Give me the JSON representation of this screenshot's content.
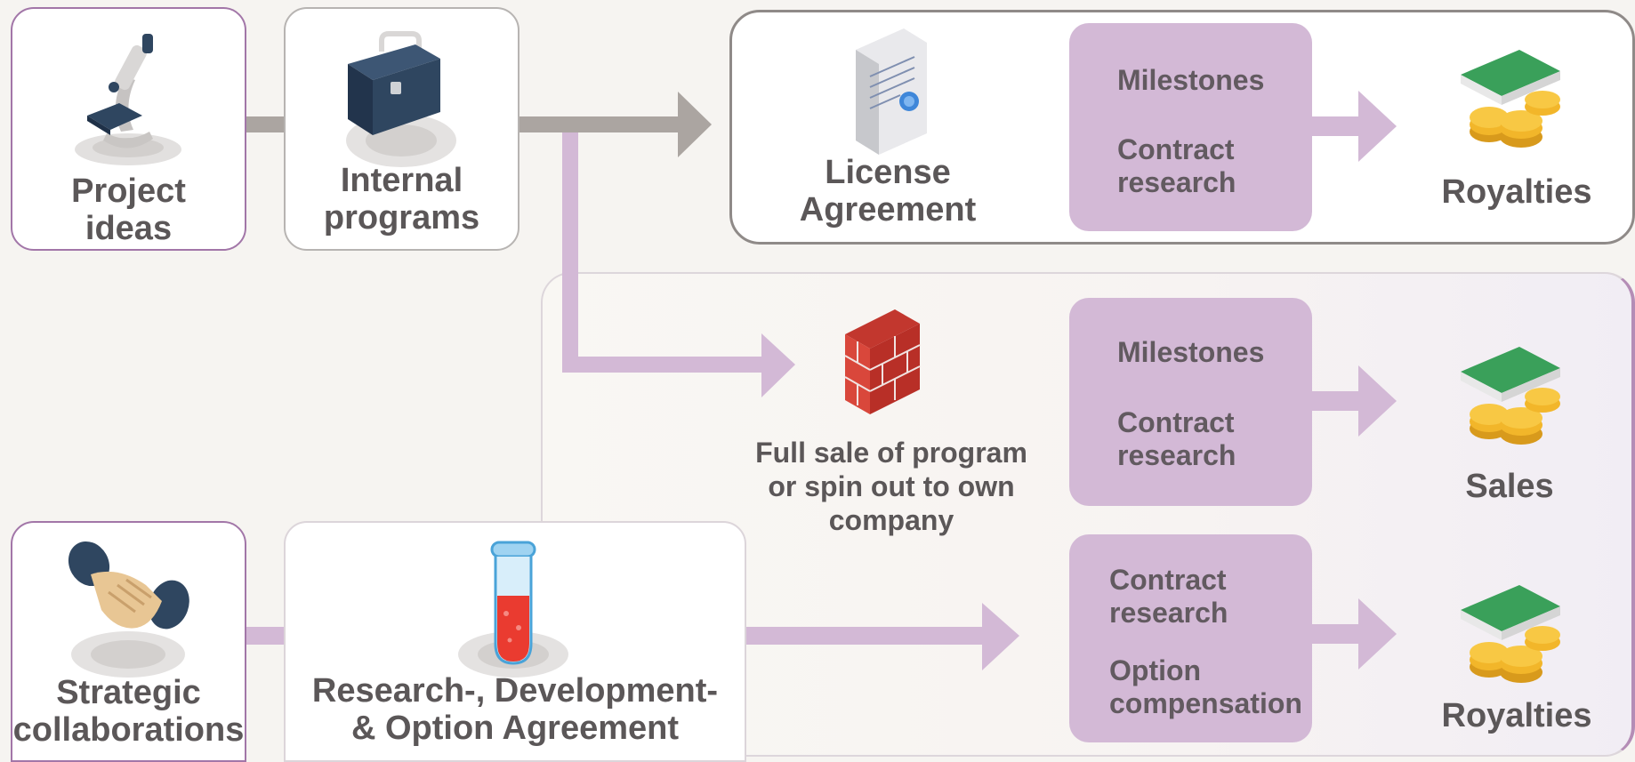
{
  "nodes": {
    "project_ideas": "Project\nideas",
    "internal_programs": "Internal\nprograms",
    "strategic_collaborations": "Strategic\ncollaborations",
    "rdo_agreement": "Research-, Development-\n& Option Agreement",
    "license_agreement": "License\nAgreement",
    "full_sale": "Full sale of program\nor spin out to own\ncompany"
  },
  "payments": {
    "license": {
      "item1": "Milestones",
      "item2": "Contract\nresearch"
    },
    "sale": {
      "item1": "Milestones",
      "item2": "Contract\nresearch"
    },
    "option": {
      "item1": "Contract\nresearch",
      "item2": "Option\ncompensation"
    }
  },
  "outcomes": {
    "license": "Royalties",
    "sale": "Sales",
    "option": "Royalties"
  },
  "colors": {
    "background": "#f6f4f1",
    "purple_accent": "#a276a8",
    "purple_fill": "#d3b9d6",
    "grey_arrow": "#aba5a1",
    "text": "#5b5758"
  },
  "icons": {
    "project_ideas": "microscope-icon",
    "internal_programs": "briefcase-icon",
    "license_agreement": "document-icon",
    "full_sale": "brick-wall-icon",
    "strategic_collaborations": "handshake-icon",
    "rdo_agreement": "test-tube-icon",
    "outcomes": "money-coins-icon"
  }
}
